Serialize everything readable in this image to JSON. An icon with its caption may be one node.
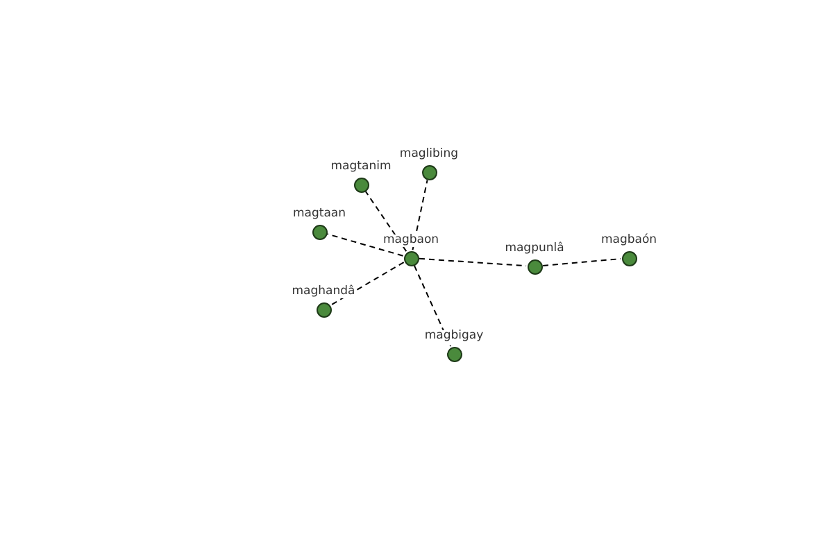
{
  "diagram": {
    "nodes": [
      {
        "text": [
          "magtanim"
        ]
      },
      {
        "text": [
          "maglibing"
        ]
      },
      {
        "text": [
          "magtaan"
        ]
      },
      {
        "text": [
          "magbaon"
        ]
      },
      {
        "text": [
          "magpunlâ"
        ]
      },
      {
        "text": [
          "magbaón"
        ]
      },
      {
        "text": [
          "maghandâ"
        ]
      },
      {
        "text": [
          "magbigay"
        ]
      }
    ],
    "edges": [
      {
        "from": 3,
        "to": 0,
        "arrow": "none",
        "style": "dashed"
      },
      {
        "from": 3,
        "to": 1,
        "arrow": "none",
        "style": "dashed"
      },
      {
        "from": 3,
        "to": 2,
        "arrow": "none",
        "style": "dashed"
      },
      {
        "from": 3,
        "to": 4,
        "arrow": "none",
        "style": "dashed"
      },
      {
        "from": 4,
        "to": 5,
        "arrow": "none",
        "style": "dashed"
      },
      {
        "from": 3,
        "to": 6,
        "arrow": "none",
        "style": "dashed"
      },
      {
        "from": 3,
        "to": 7,
        "arrow": "none",
        "style": "dashed"
      }
    ]
  }
}
